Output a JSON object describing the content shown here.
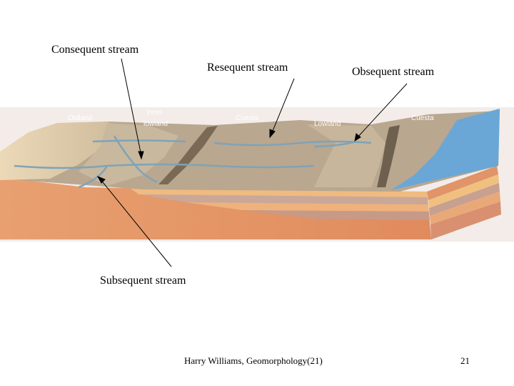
{
  "labels": {
    "consequent": "Consequent stream",
    "resequent": "Resequent stream",
    "obsequent": "Obsequent stream",
    "subsequent": "Subsequent stream"
  },
  "landforms": {
    "oldland": "Oldland",
    "inner_lowland_1": "Inner",
    "inner_lowland_2": "lowland",
    "cuesta_1": "Cuesta",
    "lowland": "Lowland",
    "cuesta_2": "Cuesta"
  },
  "footer": {
    "credit": "Harry Williams, Geomorphology(21)",
    "page_number": "21"
  },
  "colors": {
    "land_surface": "#b9a78f",
    "front_face": "#e19060",
    "sea": "#6aa7d6",
    "stream": "#7fa3b8"
  }
}
